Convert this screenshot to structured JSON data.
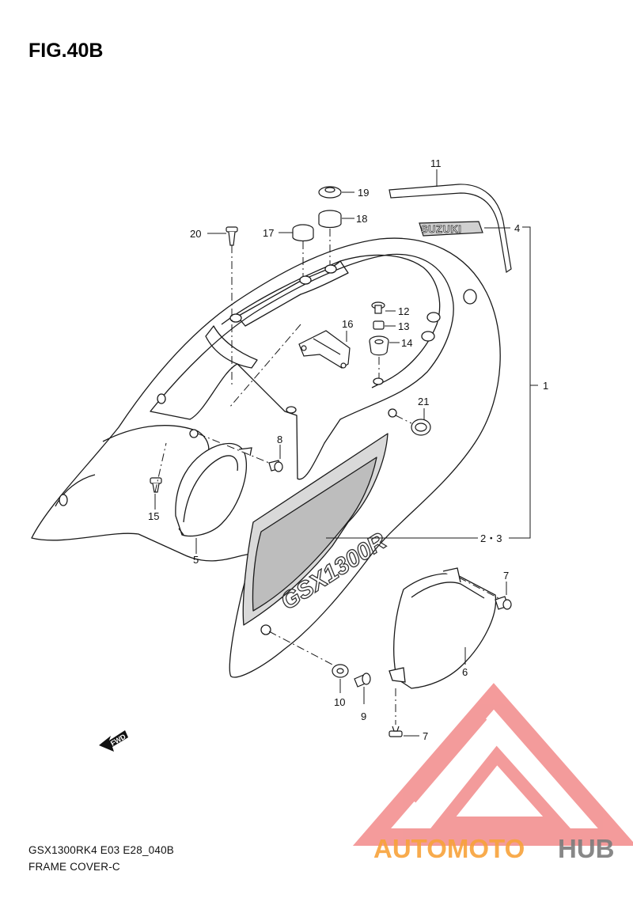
{
  "figure": {
    "title": "FIG.40B",
    "model_code": "GSX1300RK4 E03 E28_040B",
    "caption": "FRAME COVER-C"
  },
  "decals": {
    "model_decal": "GSX1300R",
    "brand_emblem": "SUZUKI",
    "fwd_arrow": "FWD"
  },
  "watermark": {
    "part1": "AUTOMOTO",
    "part2": "HUB",
    "color_part1": "#f8a23a",
    "color_part2": "#7c7c7c",
    "logo_color": "#f28a8a"
  },
  "callouts": [
    {
      "id": "callout-1",
      "label": "1"
    },
    {
      "id": "callout-2-3",
      "label": "2・3"
    },
    {
      "id": "callout-4",
      "label": "4"
    },
    {
      "id": "callout-5",
      "label": "5"
    },
    {
      "id": "callout-6",
      "label": "6"
    },
    {
      "id": "callout-7-top",
      "label": "7"
    },
    {
      "id": "callout-7-bottom",
      "label": "7"
    },
    {
      "id": "callout-8",
      "label": "8"
    },
    {
      "id": "callout-9",
      "label": "9"
    },
    {
      "id": "callout-10",
      "label": "10"
    },
    {
      "id": "callout-11",
      "label": "11"
    },
    {
      "id": "callout-12",
      "label": "12"
    },
    {
      "id": "callout-13",
      "label": "13"
    },
    {
      "id": "callout-14",
      "label": "14"
    },
    {
      "id": "callout-15",
      "label": "15"
    },
    {
      "id": "callout-16",
      "label": "16"
    },
    {
      "id": "callout-17",
      "label": "17"
    },
    {
      "id": "callout-18",
      "label": "18"
    },
    {
      "id": "callout-19",
      "label": "19"
    },
    {
      "id": "callout-20",
      "label": "20"
    },
    {
      "id": "callout-21",
      "label": "21"
    }
  ]
}
